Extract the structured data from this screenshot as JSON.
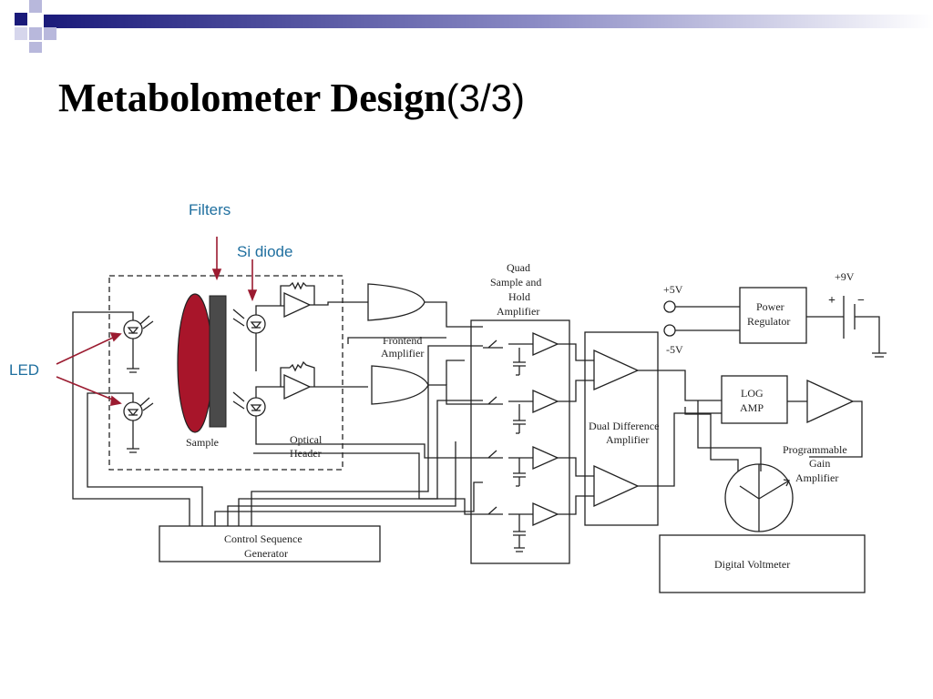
{
  "slide": {
    "title_main": "Metabolometer Design",
    "title_suffix": "(3/3)"
  },
  "diagram": {
    "callouts": {
      "filters": "Filters",
      "si_diode": "Si diode",
      "led": "LED"
    },
    "labels": {
      "sample": "Sample",
      "optical_header_1": "Optical",
      "optical_header_2": "Header",
      "frontend_1": "Frontend",
      "frontend_2": "Amplifier",
      "quad_1": "Quad",
      "quad_2": "Sample and",
      "quad_3": "Hold",
      "quad_4": "Amplifier",
      "dual_1": "Dual Difference",
      "dual_2": "Amplifier",
      "plus5v": "+5V",
      "minus5v": "-5V",
      "plus9v": "+9V",
      "battery_plus": "+",
      "battery_minus": "−",
      "power_1": "Power",
      "power_2": "Regulator",
      "log_1": "LOG",
      "log_2": "AMP",
      "pga_1": "Programmable",
      "pga_2": "Gain",
      "pga_3": "Amplifier",
      "control_1": "Control Sequence",
      "control_2": "Generator",
      "dvm": "Digital Voltmeter"
    },
    "colors": {
      "callout": "#1f6f9f",
      "arrow": "#9b1b30",
      "sample_lens": "#a8152a",
      "filter": "#4a4a4a",
      "line": "#222222"
    }
  }
}
